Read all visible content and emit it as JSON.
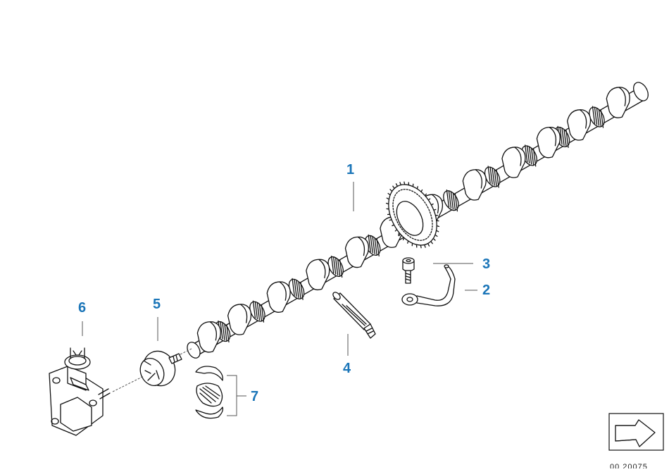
{
  "diagram": {
    "callout_color": "#1a75b8",
    "line_color": "#111111",
    "callouts": [
      {
        "id": "1",
        "label": "1"
      },
      {
        "id": "2",
        "label": "2"
      },
      {
        "id": "3",
        "label": "3"
      },
      {
        "id": "4",
        "label": "4"
      },
      {
        "id": "5",
        "label": "5"
      },
      {
        "id": "6",
        "label": "6"
      },
      {
        "id": "7",
        "label": "7"
      }
    ],
    "reference_code": "00 20075",
    "nav_icon": "arrow-icon"
  }
}
